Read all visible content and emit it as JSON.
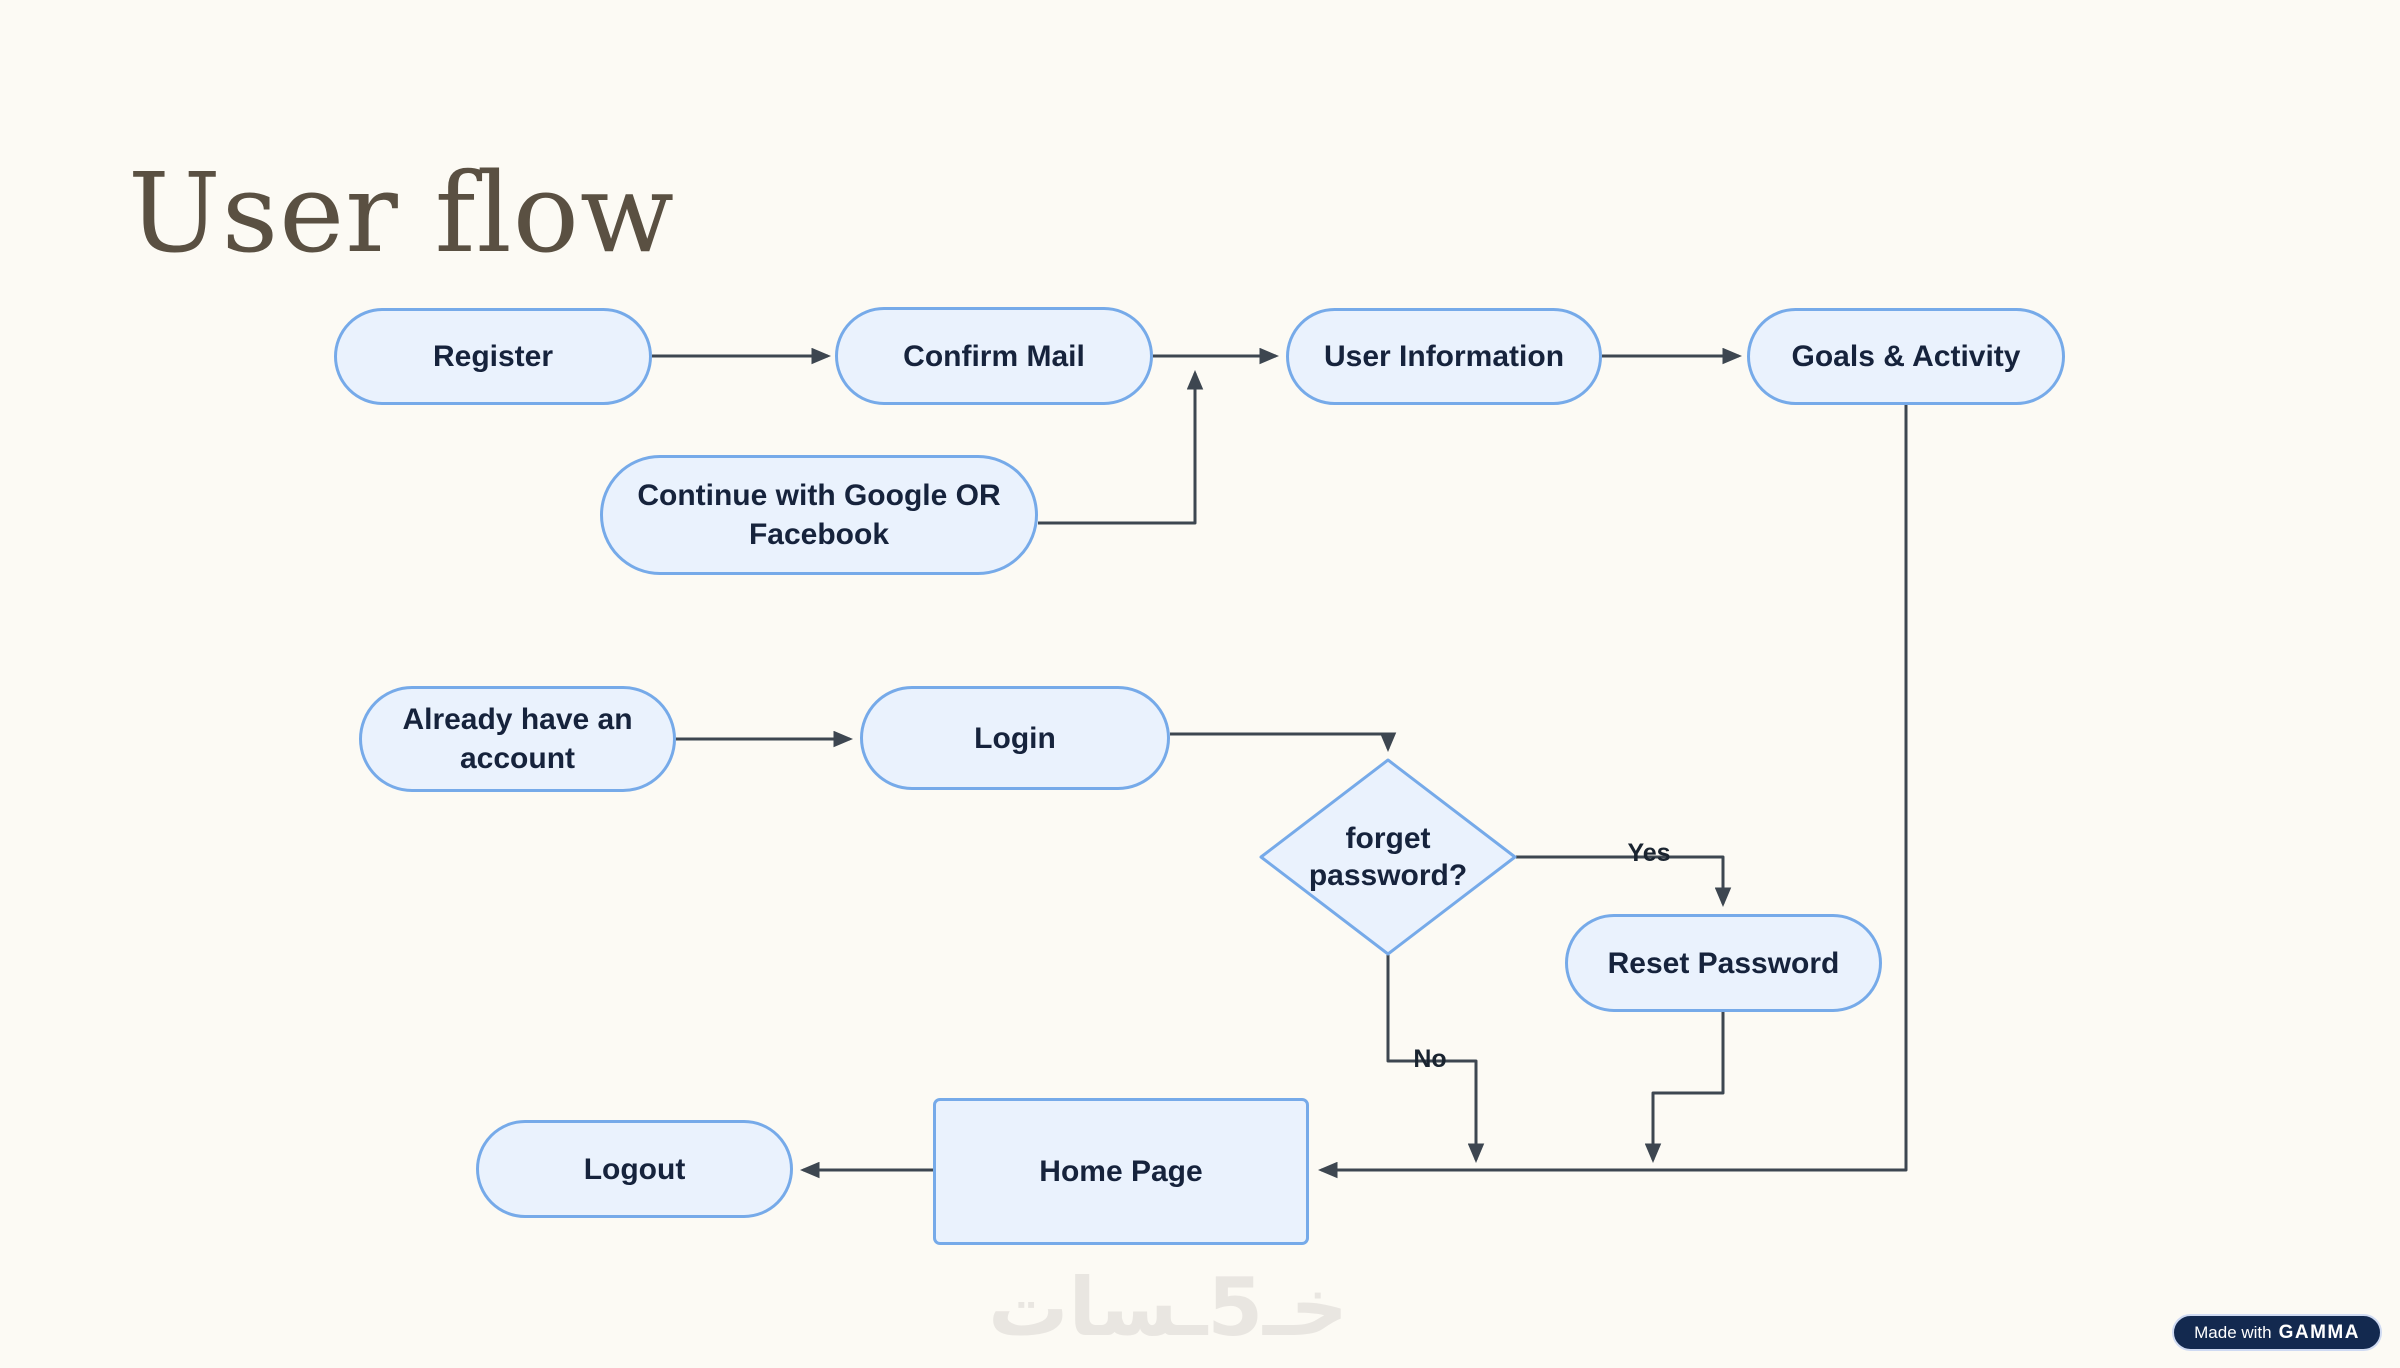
{
  "slide": {
    "title": "User flow"
  },
  "nodes": [
    {
      "id": "register",
      "label": "Register",
      "shape": "pill"
    },
    {
      "id": "confirm-mail",
      "label": "Confirm Mail",
      "shape": "pill"
    },
    {
      "id": "user-information",
      "label": "User Information",
      "shape": "pill"
    },
    {
      "id": "goals-activity",
      "label": "Goals & Activity",
      "shape": "pill"
    },
    {
      "id": "continue-google-facebook",
      "label": "Continue with Google OR Facebook",
      "shape": "pill"
    },
    {
      "id": "already-have-account",
      "label": "Already have an account",
      "shape": "pill"
    },
    {
      "id": "login",
      "label": "Login",
      "shape": "pill"
    },
    {
      "id": "forget-password",
      "label": "forget password?",
      "shape": "diamond"
    },
    {
      "id": "reset-password",
      "label": "Reset Password",
      "shape": "pill"
    },
    {
      "id": "home-page",
      "label": "Home Page",
      "shape": "rectangle"
    },
    {
      "id": "logout",
      "label": "Logout",
      "shape": "pill"
    }
  ],
  "edges": [
    {
      "from": "register",
      "to": "confirm-mail",
      "label": ""
    },
    {
      "from": "confirm-mail",
      "to": "user-information",
      "label": ""
    },
    {
      "from": "continue-google-facebook",
      "to": "user-information",
      "label": ""
    },
    {
      "from": "user-information",
      "to": "goals-activity",
      "label": ""
    },
    {
      "from": "goals-activity",
      "to": "home-page",
      "label": ""
    },
    {
      "from": "already-have-account",
      "to": "login",
      "label": ""
    },
    {
      "from": "login",
      "to": "forget-password",
      "label": ""
    },
    {
      "from": "forget-password",
      "to": "reset-password",
      "label": "Yes"
    },
    {
      "from": "forget-password",
      "to": "home-page",
      "label": "No"
    },
    {
      "from": "reset-password",
      "to": "home-page",
      "label": ""
    },
    {
      "from": "home-page",
      "to": "logout",
      "label": ""
    }
  ],
  "edge_labels": {
    "yes": "Yes",
    "no": "No"
  },
  "watermark": {
    "text": "خـ5ـسات"
  },
  "badge": {
    "prefix": "Made with",
    "brand": "GAMMA"
  },
  "colors": {
    "background": "#FCFAF4",
    "node_fill": "#EAF2FD",
    "node_border": "#76AAE9",
    "node_text": "#16233C",
    "connector": "#3D4650",
    "title_color": "#5A5042",
    "watermark_color": "#E9E6E1",
    "badge_bg": "#13294F",
    "badge_text": "#FFFFFF"
  }
}
